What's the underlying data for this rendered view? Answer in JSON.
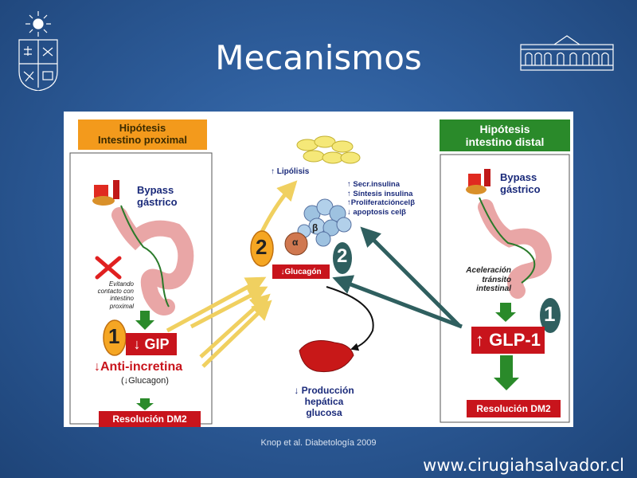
{
  "slide": {
    "title": "Mecanismos",
    "citation": "Knop et al. Diabetología 2009",
    "website": "www.cirugiahsalvador.cl"
  },
  "diagram": {
    "left_header": "Hipótesis\nIntestino proximal",
    "right_header": "Hipótesis\nintestino distal",
    "bypass_left": "Bypass\ngástrico",
    "bypass_right": "Bypass\ngástrico",
    "avoid_contact": "Evitando\ncontacto con\nintestino\nproximal",
    "badge_1": "1",
    "badge_2": "2",
    "gip": "↓ GIP",
    "anti_incretina": "↓Anti-incretina",
    "glucagon_paren": "(↓Glucagon)",
    "resolucion": "Resolución DM2",
    "lipolisis": "↑ Lipólisis",
    "effects": [
      "↑ Secr.insulina",
      "↑ Síntesis insulina",
      "↑Proliferatcióncelβ",
      "↓ apoptosis celβ"
    ],
    "beta": "β",
    "alpha": "α",
    "glucagon_down": "↓Glucagón",
    "produccion": "↓ Producción\nhepática\nglucosa",
    "aceleracion": "Aceleración\ntránsito\nintestinal",
    "glp1": "↑ GLP-1"
  },
  "colors": {
    "background": "#2f5f9e",
    "orange_header": "#f39a1c",
    "green_header": "#2a8a2a",
    "red_box": "#c8141c",
    "dark_teal": "#2f5f5f",
    "yellow_arrow": "#f0d060"
  }
}
